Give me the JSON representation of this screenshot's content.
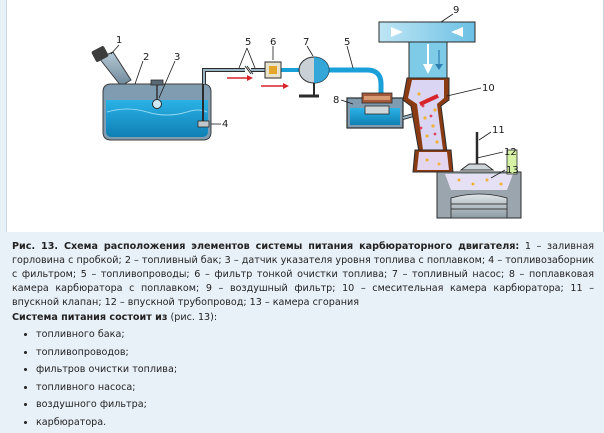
{
  "figure": {
    "labels": [
      "1",
      "2",
      "3",
      "4",
      "5",
      "6",
      "7",
      "5",
      "8",
      "9",
      "10",
      "11",
      "12",
      "13"
    ]
  },
  "caption": {
    "title": "Рис. 13. Схема расположения элементов системы питания карбюраторного двигателя:",
    "text": " 1 – заливная горловина с пробкой; 2 – топливный бак; 3 – датчик указателя уровня топлива с поплавком; 4 – топливозаборник с фильтром; 5 – топливопроводы; 6 – фильтр тонкой очистки топлива; 7 – топливный насос; 8 – поплавковая камера карбюратора с поплавком; 9 – воздушный фильтр; 10 – смесительная камера карбюратора; 11 – впускной клапан; 12 – впускной трубопровод; 13 – камера сгорания"
  },
  "intro": {
    "bold": "Система питания состоит из",
    "rest": " (рис. 13):"
  },
  "items": [
    "топливного бака;",
    "топливопроводов;",
    "фильтров очистки топлива;",
    "топливного насоса;",
    "воздушного фильтра;",
    "карбюратора."
  ],
  "colors": {
    "fuel_blue": "#1aa0d8",
    "steel": "#7f9cb0",
    "air_cyan": "#7ecbe8",
    "carb_brown": "#8a3b12",
    "flow_red": "#d7232a",
    "page_bg": "#e9f1f8"
  }
}
